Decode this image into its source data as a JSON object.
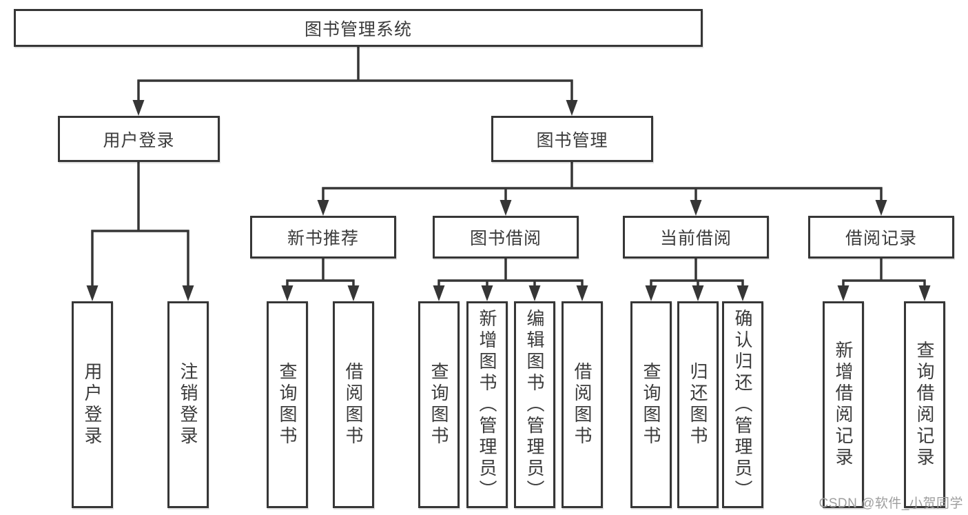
{
  "tree": {
    "label": "图书管理系统",
    "children": [
      {
        "label": "用户登录",
        "children": [
          {
            "label": "用户登录"
          },
          {
            "label": "注销登录"
          }
        ]
      },
      {
        "label": "图书管理",
        "children": [
          {
            "label": "新书推荐",
            "children": [
              {
                "label": "查询图书"
              },
              {
                "label": "借阅图书"
              }
            ]
          },
          {
            "label": "图书借阅",
            "children": [
              {
                "label": "查询图书"
              },
              {
                "label": "新增图书（管理员）"
              },
              {
                "label": "编辑图书（管理员）"
              },
              {
                "label": "借阅图书"
              }
            ]
          },
          {
            "label": "当前借阅",
            "children": [
              {
                "label": "查询图书"
              },
              {
                "label": "归还图书"
              },
              {
                "label": "确认归还（管理员）"
              }
            ]
          },
          {
            "label": "借阅记录",
            "children": [
              {
                "label": "新增借阅记录"
              },
              {
                "label": "查询借阅记录"
              }
            ]
          }
        ]
      }
    ]
  },
  "watermark": {
    "text": "CSDN @软件_小贺同学"
  },
  "colors": {
    "line": "#363636",
    "node_border": "#363636",
    "node_fill": "#ffffff",
    "text": "#3b3b3b",
    "watermark": "#9e9e9e",
    "background": "#ffffff"
  }
}
